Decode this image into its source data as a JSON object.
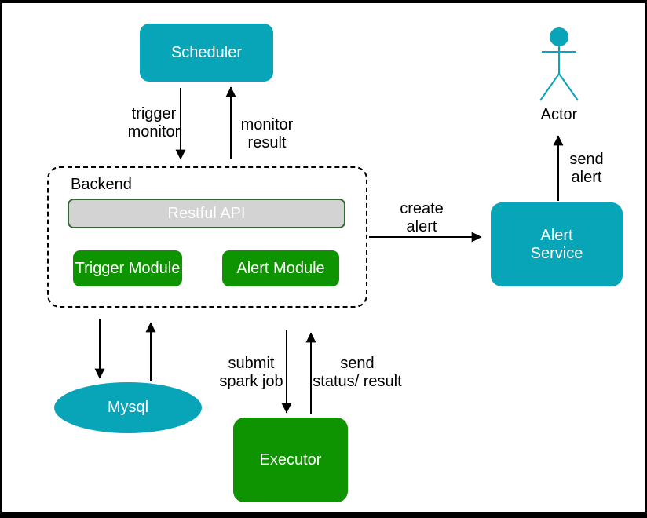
{
  "title": "Monitoring / Alerting Architecture Diagram",
  "colors": {
    "teal": "#08a4b8",
    "green": "#0e9400",
    "api_fill": "#d3d3d3",
    "api_border": "#336633",
    "arrow": "#000000",
    "label": "#000000",
    "node_text": "#ffffff",
    "background": "#ffffff",
    "frame": "#000000"
  },
  "nodes": {
    "scheduler": {
      "label": "Scheduler",
      "shape": "rounded-rect",
      "color": "teal"
    },
    "backend": {
      "label": "Backend",
      "shape": "dashed-container"
    },
    "restful_api": {
      "label": "Restful API",
      "shape": "rounded-rect",
      "color": "gray"
    },
    "trigger_module": {
      "label": "Trigger Module",
      "shape": "rounded-rect",
      "color": "green"
    },
    "alert_module": {
      "label": "Alert Module",
      "shape": "rounded-rect",
      "color": "green"
    },
    "mysql": {
      "label": "Mysql",
      "shape": "ellipse",
      "color": "teal"
    },
    "executor": {
      "label": "Executor",
      "shape": "rounded-rect",
      "color": "green"
    },
    "alert_service": {
      "label": "Alert\nService",
      "shape": "rounded-rect",
      "color": "teal"
    },
    "actor": {
      "label": "Actor",
      "shape": "stick-figure",
      "color": "teal"
    }
  },
  "edges": {
    "trigger_monitor": {
      "label": "trigger\nmonitor",
      "from": "Scheduler",
      "to": "Backend"
    },
    "monitor_result": {
      "label": "monitor\nresult",
      "from": "Backend",
      "to": "Scheduler"
    },
    "create_alert": {
      "label": "create\nalert",
      "from": "Backend",
      "to": "Alert Service"
    },
    "send_alert": {
      "label": "send\nalert",
      "from": "Alert Service",
      "to": "Actor"
    },
    "backend_to_mysql": {
      "label": "",
      "from": "Backend",
      "to": "Mysql"
    },
    "mysql_to_backend": {
      "label": "",
      "from": "Mysql",
      "to": "Backend"
    },
    "submit_spark_job": {
      "label": "submit\nspark job",
      "from": "Alert Module",
      "to": "Executor"
    },
    "send_status_result": {
      "label": "send\nstatus/ result",
      "from": "Executor",
      "to": "Backend"
    }
  }
}
